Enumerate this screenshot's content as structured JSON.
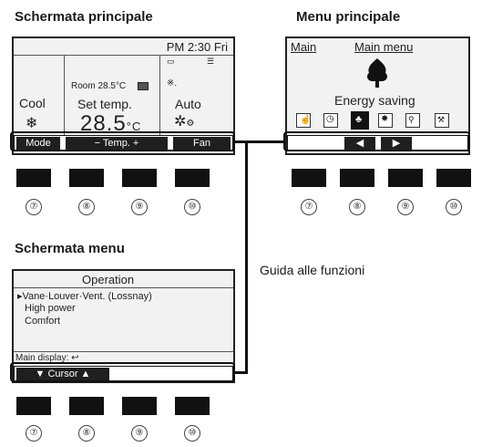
{
  "headings": {
    "main_screen": "Schermata principale",
    "main_menu": "Menu principale",
    "menu_screen": "Schermata menu"
  },
  "function_guide_label": "Guida alle funzioni",
  "main_screen": {
    "time_prefix": "PM",
    "time": "2:30",
    "day": "Fri",
    "mode": "Cool",
    "room_label": "Room",
    "room_temp": "28.5",
    "room_unit": "°C",
    "set_temp_label": "Set temp.",
    "set_temp_value": "28.5",
    "set_temp_unit": "°C",
    "fan_mode": "Auto",
    "function_bar": [
      "Mode",
      "−  Temp.  +",
      "Fan"
    ]
  },
  "main_menu_screen": {
    "tab_main": "Main",
    "title": "Main menu",
    "selected_item": "Energy saving",
    "icons": [
      "hand-icon",
      "clock-icon",
      "energy-icon",
      "gear-icon",
      "wrench-person-icon",
      "tools-icon"
    ],
    "function_bar": [
      "◀",
      "▶"
    ]
  },
  "menu_screen": {
    "title": "Operation",
    "items": [
      "Vane·Louver·Vent. (Lossnay)",
      "High power",
      "Comfort"
    ],
    "footer": "Main display: ↩",
    "function_bar": "▼ Cursor ▲"
  },
  "button_numbers": [
    "⑦",
    "⑧",
    "⑨",
    "⑩"
  ]
}
